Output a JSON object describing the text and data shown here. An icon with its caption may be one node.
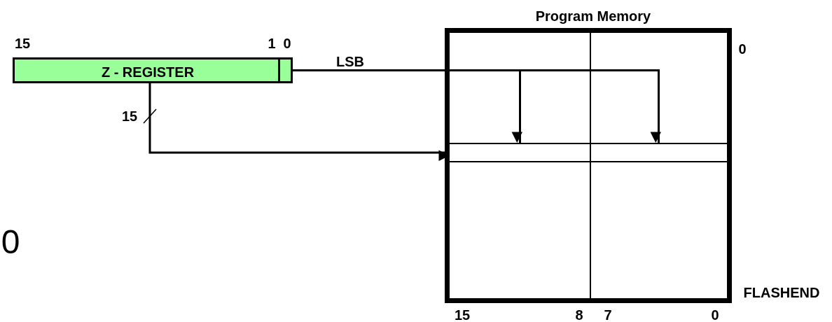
{
  "diagram": {
    "nodes": [
      {
        "text": [
          "Z - REGISTER"
        ]
      },
      {
        "text": [],
        "shape": "box",
        "in": 0
      },
      {
        "text": [
          "Program Memory"
        ]
      },
      {
        "text": [],
        "shape": "box",
        "in": 2
      },
      {
        "text": [],
        "shape": "box",
        "in": 2
      }
    ],
    "edges": [
      {
        "from": 0,
        "to": 3,
        "arrow": "to",
        "label": "15"
      },
      {
        "from": 1,
        "to": 3,
        "arrow": "to",
        "label": "LSB"
      },
      {
        "from": 1,
        "to": 4,
        "arrow": "to"
      }
    ],
    "labels": [
      "15",
      "1",
      "0",
      "0",
      "0",
      "FLASHEND",
      "15",
      "8",
      "7",
      "0"
    ]
  }
}
